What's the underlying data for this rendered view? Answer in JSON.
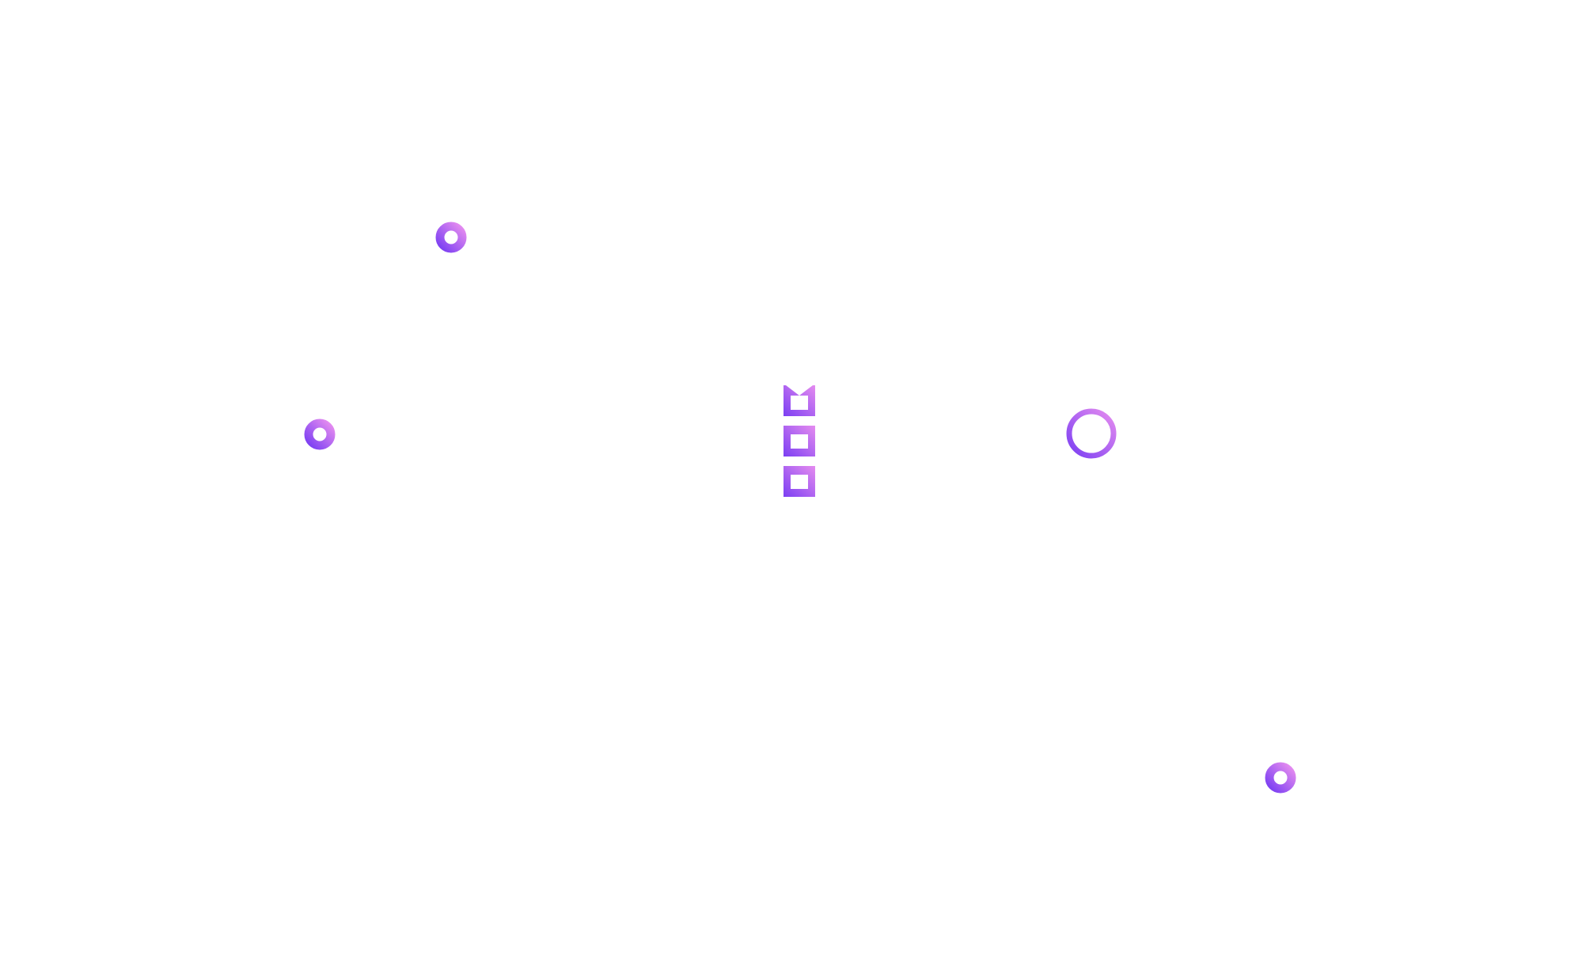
{
  "diagram": {
    "background": "#ffffff",
    "gradient": {
      "from": "#7b3ff2",
      "to": "#e58cf0"
    },
    "icons": {
      "node": "ring-node-icon",
      "hub": "ring-hub-icon",
      "checklist": "checklist-icon"
    },
    "checklist": {
      "items": [
        {
          "state": "checked"
        },
        {
          "state": "unchecked"
        },
        {
          "state": "unchecked"
        }
      ]
    }
  }
}
